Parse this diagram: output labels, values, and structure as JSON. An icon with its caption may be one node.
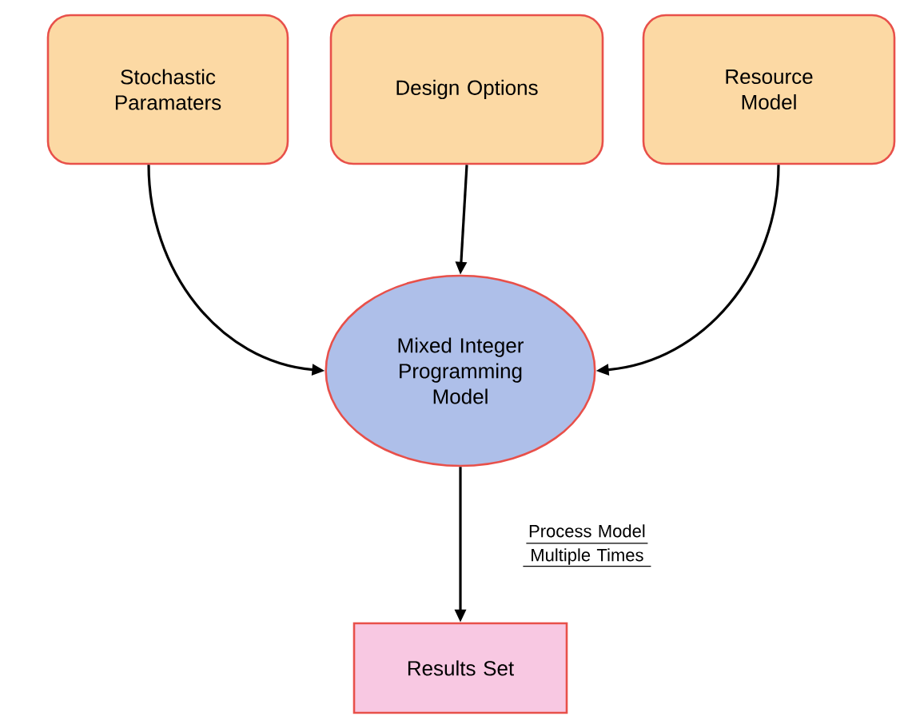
{
  "diagram": {
    "nodes": [
      {
        "text": [
          "Stochastic Paramaters"
        ]
      },
      {
        "text": [
          "Design Options"
        ]
      },
      {
        "text": [
          "Resource Model"
        ]
      },
      {
        "text": [
          "Mixed Integer Programming Model"
        ]
      },
      {
        "text": [
          "Results Set"
        ]
      }
    ],
    "edges": [
      {
        "from": 0,
        "to": 3,
        "arrow": "to"
      },
      {
        "from": 1,
        "to": 3,
        "arrow": "to"
      },
      {
        "from": 2,
        "to": 3,
        "arrow": "to"
      },
      {
        "from": 3,
        "to": 4,
        "arrow": "to",
        "label": "Process Model Multiple Times"
      }
    ]
  }
}
